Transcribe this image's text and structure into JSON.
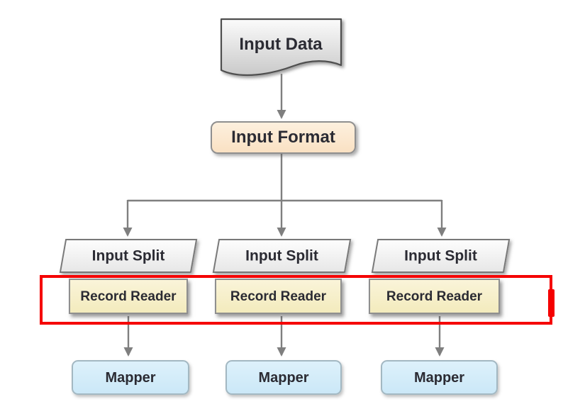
{
  "diagram": {
    "description": "MapReduce input flow diagram",
    "nodes": {
      "input_data": "Input Data",
      "input_format": "Input Format"
    },
    "columns": [
      {
        "split": "Input Split",
        "reader": "Record Reader",
        "mapper": "Mapper"
      },
      {
        "split": "Input Split",
        "reader": "Record Reader",
        "mapper": "Mapper"
      },
      {
        "split": "Input Split",
        "reader": "Record Reader",
        "mapper": "Mapper"
      }
    ],
    "highlight": {
      "shape": "rectangle",
      "color": "#f50000",
      "encloses": "Record Reader row"
    },
    "colors": {
      "background": "#ffffff",
      "arrow": "#7f7f7f",
      "doc_fill_top": "#fbfbfb",
      "doc_fill_bottom": "#c9c9c9",
      "doc_border": "#4f4f4f",
      "format_fill": "#fae1c3",
      "split_fill": "#efefef",
      "reader_fill": "#f6efcb",
      "mapper_fill": "#d0ebf8",
      "text": "#2b2b33"
    }
  }
}
